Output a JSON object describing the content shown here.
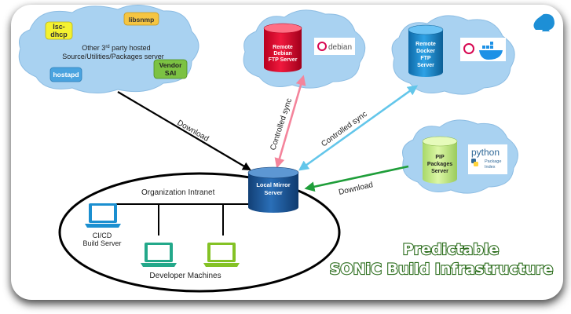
{
  "cloud_third_party": {
    "packages": [
      "Isc-dhcp",
      "libsnmp",
      "hostapd",
      "Vendor SAI"
    ],
    "package_lines": {
      "isc_1": "Isc-",
      "isc_2": "dhcp",
      "vendor_1": "Vendor",
      "vendor_2": "SAI"
    },
    "caption_line1": "Other 3",
    "caption_sup": "rd",
    "caption_line1_rest": " party hosted",
    "caption_line2": "Source/Utilities/Packages server"
  },
  "debian_server": {
    "label_lines": [
      "Remote",
      "Debian",
      "FTP Server"
    ],
    "logo_text": "debian"
  },
  "docker_server": {
    "label_lines": [
      "Remote",
      "Docker",
      "FTP",
      "Server"
    ]
  },
  "pip_server": {
    "label_lines": [
      "PIP",
      "Packages",
      "Server"
    ],
    "logo_text": "python",
    "logo_sub_lines": [
      "Package",
      "Index"
    ]
  },
  "local_mirror": {
    "label_lines": [
      "Local Mirror",
      "Server"
    ]
  },
  "intranet": {
    "label": "Organization Intranet",
    "build_server_lines": [
      "CI/CD",
      "Build Server"
    ],
    "developer_label": "Developer Machines"
  },
  "arrows": {
    "download_left": "Download",
    "sync_debian": "Controlled sync",
    "sync_docker": "Controlled sync",
    "download_pip": "Download"
  },
  "title": {
    "line1": "Predictable",
    "line2": "SONiC Build Infrastructure"
  },
  "colors": {
    "cloud": "#a9d2f1",
    "debian_db": "#e8002b",
    "docker_db": "#1e93d9",
    "pip_db": "#ccf08c",
    "local_db": "#1d5fa6",
    "sync_pink": "#f4849b",
    "sync_blue": "#63c6ea",
    "download_green": "#1f9e3a",
    "title_green": "#2e6f1f"
  }
}
